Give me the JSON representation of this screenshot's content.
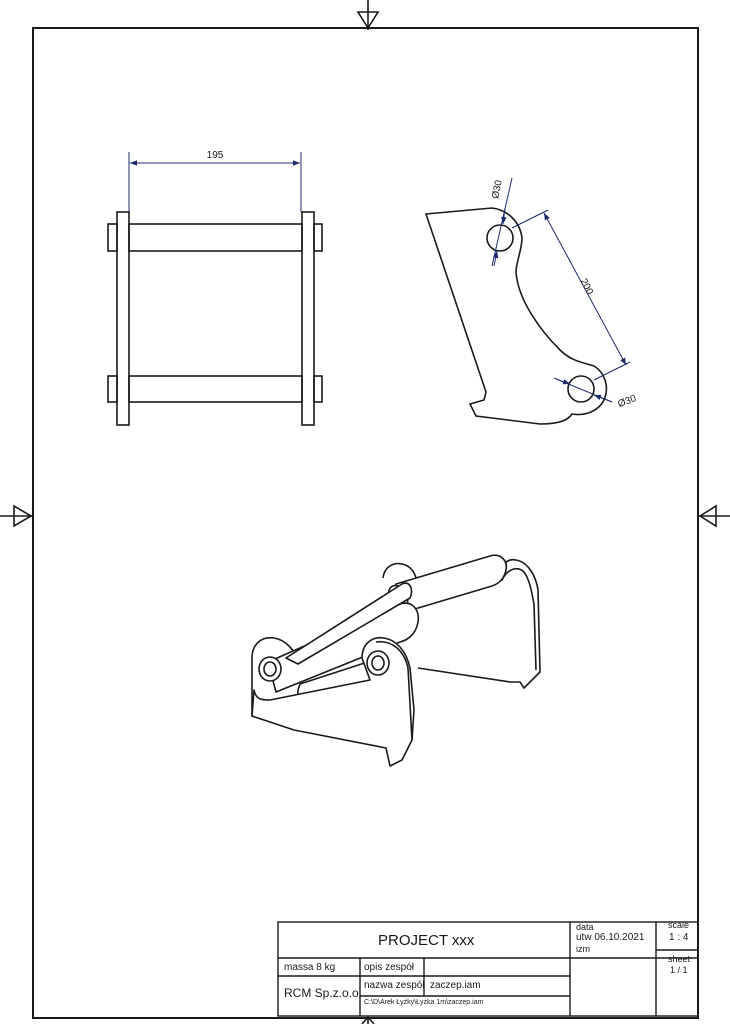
{
  "dimensions": {
    "frame_width": "195",
    "center_distance": "200",
    "hole_upper": "Ø30",
    "hole_lower": "Ø30"
  },
  "title_block": {
    "project": "PROJECT xxx",
    "date_label": "data",
    "author_date": "utw 06.10.2021",
    "revision_label": "izm",
    "scale_label": "scale",
    "scale_value": "1 : 4",
    "sheet_label": "sheet",
    "sheet_value": "1 / 1",
    "mass": "massa 8 kg",
    "description_label": "opis zespół",
    "assembly_name_label": "nazwa zespół",
    "file_name": "zaczep.iam",
    "company": "RCM Sp.z.o.o",
    "file_path": "C:\\D\\Arek Łyżky\\Łyżka 1m\\zaczep.iam"
  }
}
